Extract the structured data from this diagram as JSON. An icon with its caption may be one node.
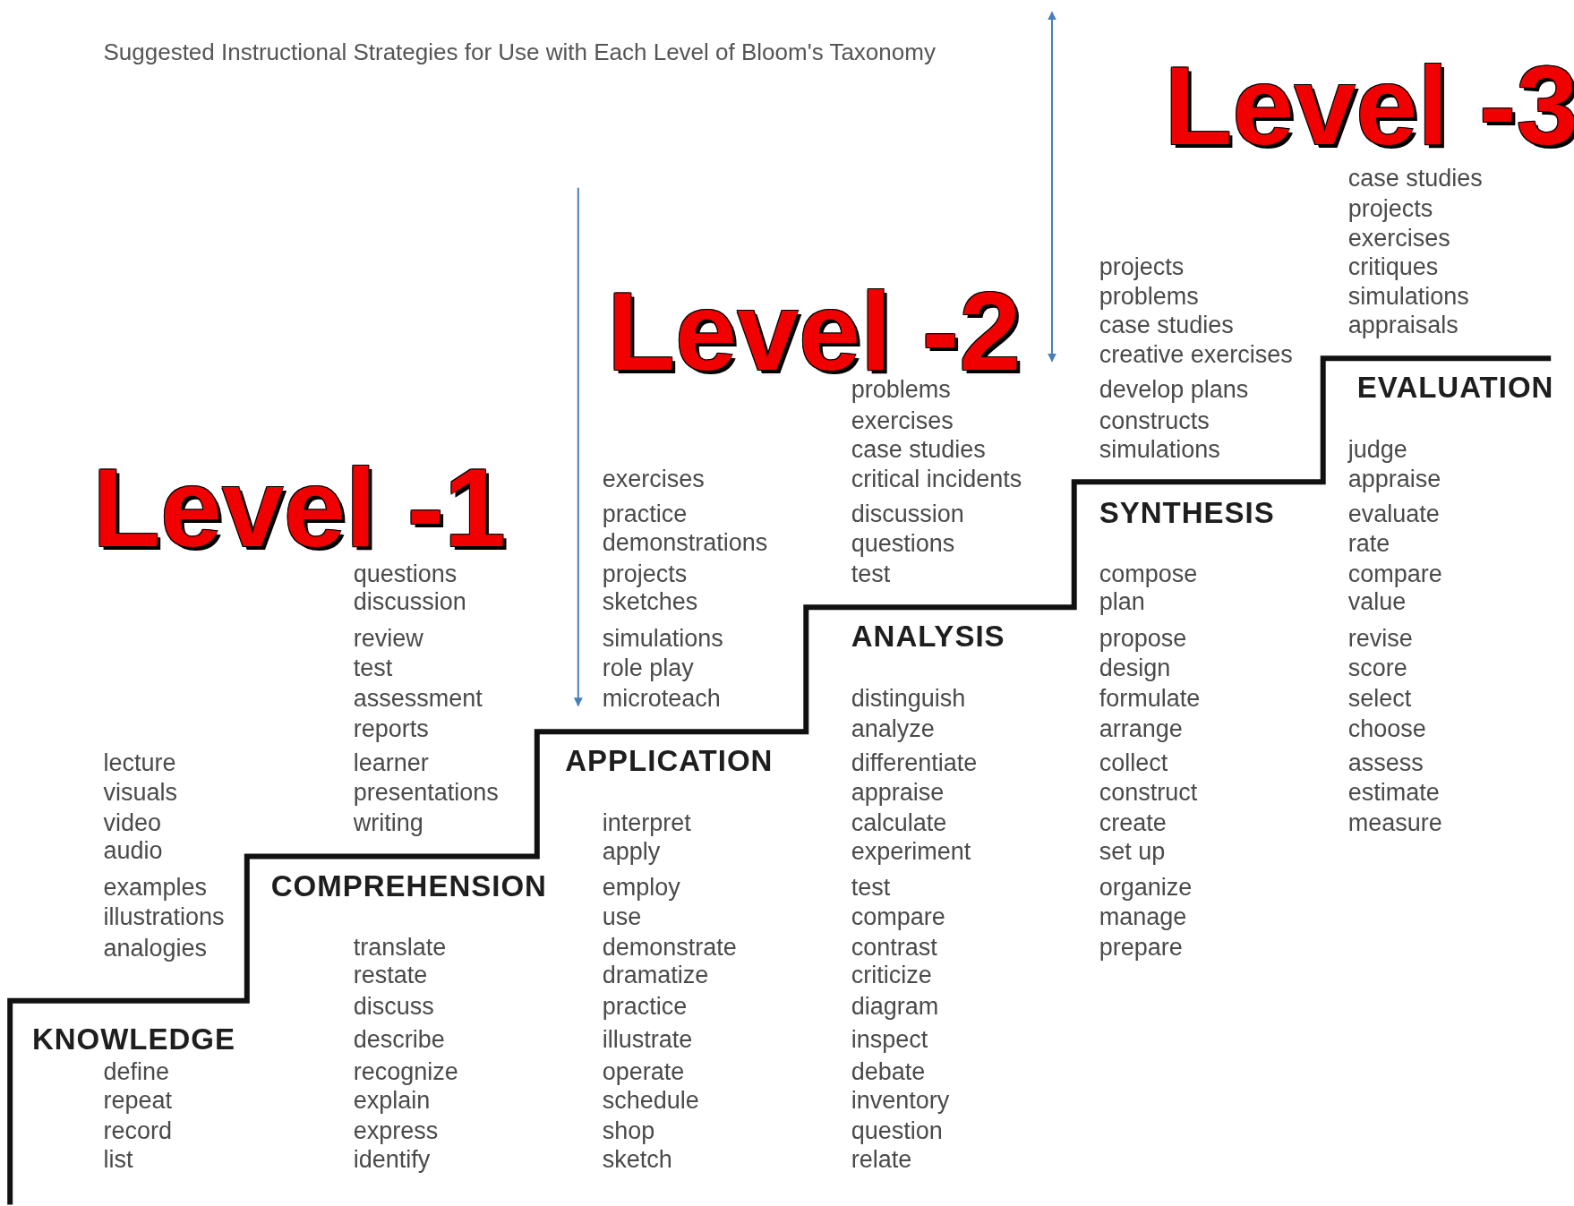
{
  "diagram": {
    "title": "Suggested Instructional Strategies for Use with Each Level of Bloom's Taxonomy",
    "labels": [
      "Level -3",
      "Level -2",
      "Level -1",
      "lecture",
      "visuals",
      "video",
      "audio",
      "examples",
      "illustrations",
      "analogies",
      "KNOWLEDGE",
      "define",
      "repeat",
      "record",
      "list",
      "questions",
      "discussion",
      "review",
      "test",
      "assessment",
      "reports",
      "learner",
      "presentations",
      "writing",
      "COMPREHENSION",
      "translate",
      "restate",
      "discuss",
      "describe",
      "recognize",
      "explain",
      "express",
      "identify",
      "exercises",
      "practice",
      "demonstrations",
      "projects",
      "sketches",
      "simulations",
      "role play",
      "microteach",
      "APPLICATION",
      "interpret",
      "apply",
      "employ",
      "use",
      "demonstrate",
      "dramatize",
      "practice",
      "illustrate",
      "operate",
      "schedule",
      "shop",
      "sketch",
      "problems",
      "exercises",
      "case studies",
      "critical incidents",
      "discussion",
      "questions",
      "test",
      "ANALYSIS",
      "distinguish",
      "analyze",
      "differentiate",
      "appraise",
      "calculate",
      "experiment",
      "test",
      "compare",
      "contrast",
      "criticize",
      "diagram",
      "inspect",
      "debate",
      "inventory",
      "question",
      "relate",
      "projects",
      "problems",
      "case studies",
      "creative exercises",
      "develop plans",
      "constructs",
      "simulations",
      "SYNTHESIS",
      "compose",
      "plan",
      "propose",
      "design",
      "formulate",
      "arrange",
      "collect",
      "construct",
      "create",
      "set up",
      "organize",
      "manage",
      "prepare",
      "case studies",
      "projects",
      "exercises",
      "critiques",
      "simulations",
      "appraisals",
      "EVALUATION",
      "judge",
      "appraise",
      "evaluate",
      "rate",
      "compare",
      "value",
      "revise",
      "score",
      "select",
      "choose",
      "assess",
      "estimate",
      "measure"
    ]
  }
}
